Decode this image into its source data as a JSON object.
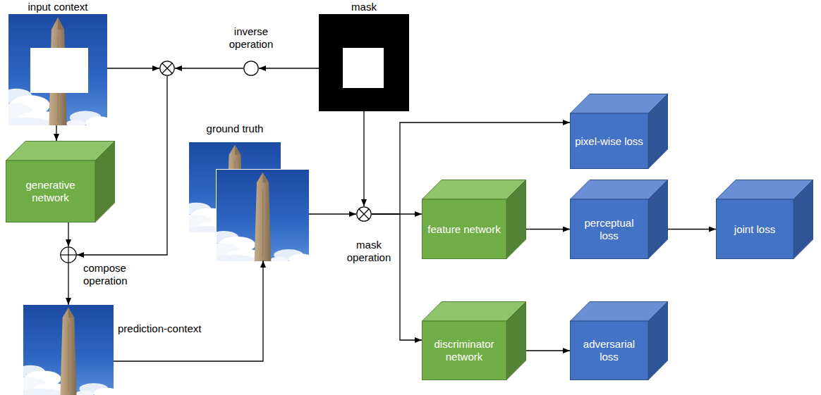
{
  "diagram": {
    "nodes": [
      {
        "text": [
          "input context"
        ]
      },
      {
        "text": []
      },
      {
        "text": [
          "inverse operation"
        ]
      },
      {
        "text": [
          "mask"
        ]
      },
      {
        "text": [
          "generative network"
        ]
      },
      {
        "text": [
          "compose operation"
        ]
      },
      {
        "text": [
          "prediction-context"
        ]
      },
      {
        "text": [
          "ground truth"
        ]
      },
      {
        "text": [
          "mask operation"
        ]
      },
      {
        "text": [
          "pixel-wise loss"
        ]
      },
      {
        "text": [
          "feature network"
        ]
      },
      {
        "text": [
          "perceptual loss"
        ]
      },
      {
        "text": [
          "joint loss"
        ]
      },
      {
        "text": [
          "discriminator network"
        ]
      },
      {
        "text": [
          "adversarial loss"
        ]
      }
    ],
    "edges": [
      {
        "from": 0,
        "to": 1,
        "arrow": "to"
      },
      {
        "from": 2,
        "to": 1,
        "arrow": "to"
      },
      {
        "from": 3,
        "to": 2,
        "arrow": "to"
      },
      {
        "from": 0,
        "to": 4,
        "arrow": "to"
      },
      {
        "from": 4,
        "to": 5,
        "arrow": "to"
      },
      {
        "from": 1,
        "to": 5,
        "arrow": "to"
      },
      {
        "from": 5,
        "to": 6,
        "arrow": "to"
      },
      {
        "from": 6,
        "to": 7,
        "arrow": "to"
      },
      {
        "from": 7,
        "to": 8,
        "arrow": "to"
      },
      {
        "from": 3,
        "to": 8,
        "arrow": "to"
      },
      {
        "from": 8,
        "to": 9,
        "arrow": "to"
      },
      {
        "from": 8,
        "to": 10,
        "arrow": "to"
      },
      {
        "from": 8,
        "to": 13,
        "arrow": "to"
      },
      {
        "from": 10,
        "to": 11,
        "arrow": "to"
      },
      {
        "from": 11,
        "to": 12,
        "arrow": "to"
      },
      {
        "from": 13,
        "to": 14,
        "arrow": "to"
      }
    ]
  }
}
